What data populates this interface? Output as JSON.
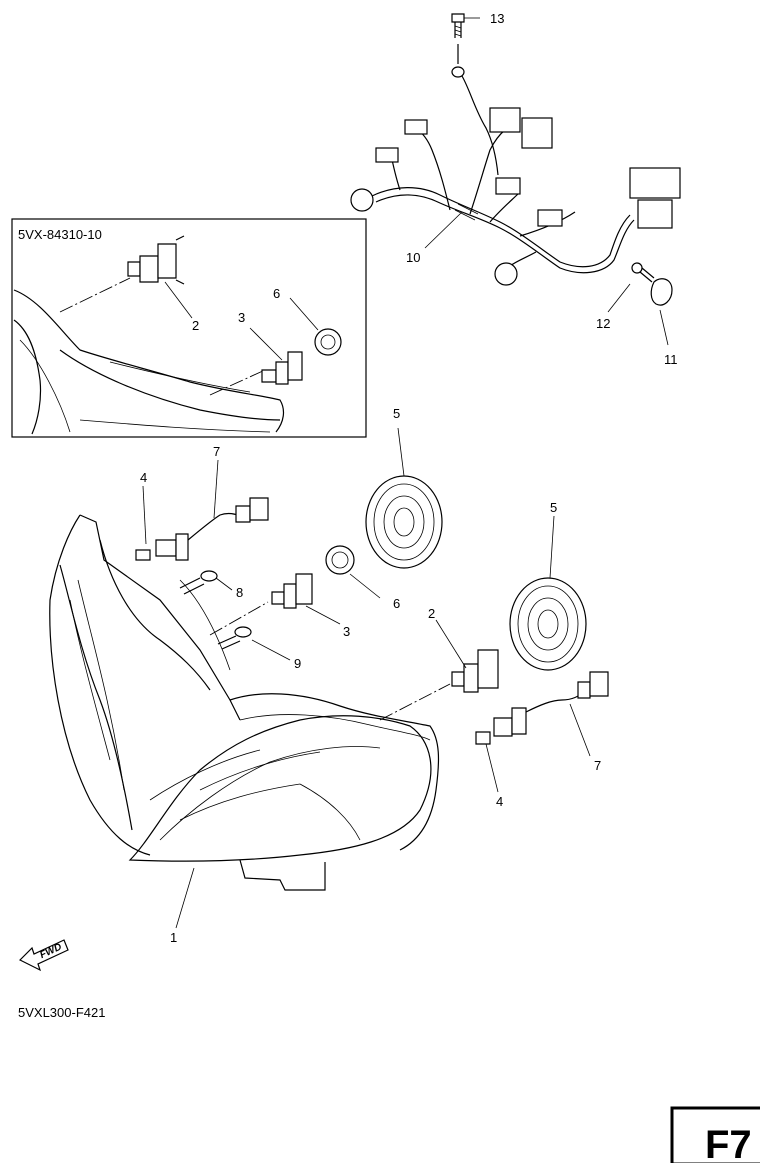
{
  "inset_code": "5VX-84310-10",
  "diagram_code": "5VXL300-F421",
  "page_code": "F7",
  "fwd_label": "FWD",
  "callouts": {
    "c1": "1",
    "c2a": "2",
    "c2b": "2",
    "c3a": "3",
    "c3b": "3",
    "c4a": "4",
    "c4b": "4",
    "c5a": "5",
    "c5b": "5",
    "c6a": "6",
    "c6b": "6",
    "c7a": "7",
    "c7b": "7",
    "c8": "8",
    "c9": "9",
    "c10": "10",
    "c11": "11",
    "c12": "12",
    "c13": "13"
  }
}
